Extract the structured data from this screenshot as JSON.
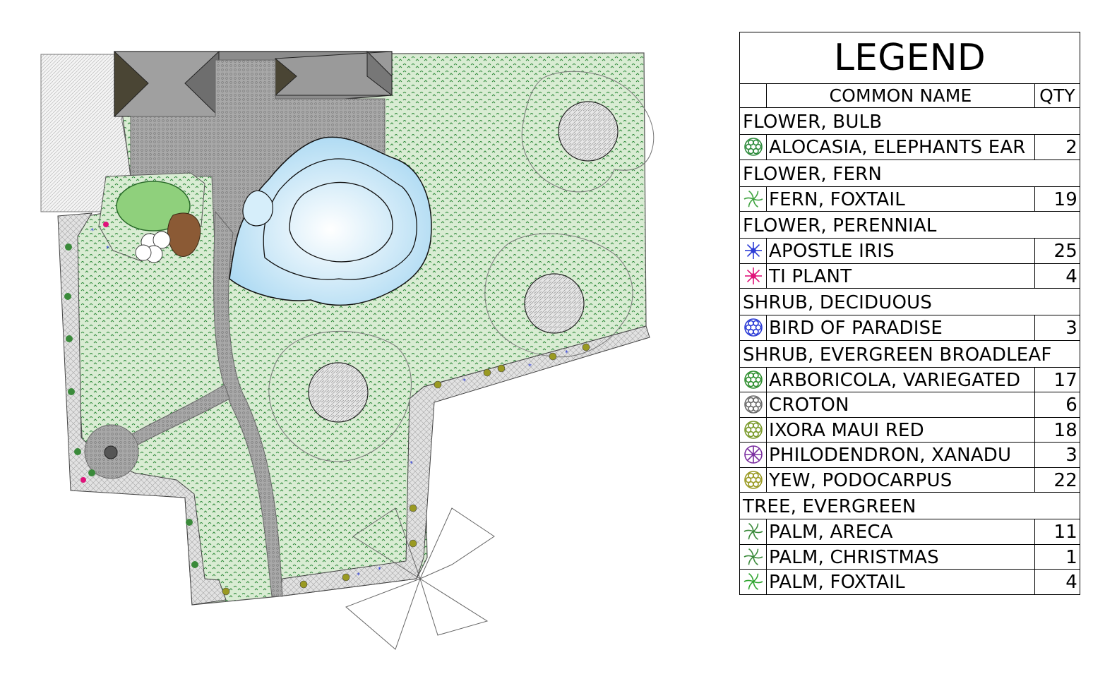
{
  "legend": {
    "title": "LEGEND",
    "columns": {
      "name": "COMMON NAME",
      "qty": "QTY"
    },
    "categories": [
      {
        "name": "FLOWER, BULB",
        "items": [
          {
            "symbol": "alocasia-icon",
            "color": "#2e8b3c",
            "name": "ALOCASIA, ELEPHANTS EAR",
            "qty": "2"
          }
        ]
      },
      {
        "name": "FLOWER, FERN",
        "items": [
          {
            "symbol": "fern-icon",
            "color": "#3fa33f",
            "name": "FERN, FOXTAIL",
            "qty": "19"
          }
        ]
      },
      {
        "name": "FLOWER, PERENNIAL",
        "items": [
          {
            "symbol": "iris-icon",
            "color": "#2b3bd6",
            "name": "APOSTLE IRIS",
            "qty": "25"
          },
          {
            "symbol": "ti-plant-icon",
            "color": "#e0127a",
            "name": "TI PLANT",
            "qty": "4"
          }
        ]
      },
      {
        "name": "SHRUB, DECIDUOUS",
        "items": [
          {
            "symbol": "bird-of-paradise-icon",
            "color": "#2b3bd6",
            "name": "BIRD OF PARADISE",
            "qty": "3"
          }
        ]
      },
      {
        "name": "SHRUB, EVERGREEN BROADLEAF",
        "items": [
          {
            "symbol": "arboricola-icon",
            "color": "#2f8f2f",
            "name": "ARBORICOLA, VARIEGATED",
            "qty": "17"
          },
          {
            "symbol": "croton-icon",
            "color": "#6a6a6a",
            "name": "CROTON",
            "qty": "6"
          },
          {
            "symbol": "ixora-icon",
            "color": "#7a9a2a",
            "name": "IXORA MAUI RED",
            "qty": "18"
          },
          {
            "symbol": "philodendron-icon",
            "color": "#7b2ea0",
            "name": "PHILODENDRON, XANADU",
            "qty": "3"
          },
          {
            "symbol": "yew-icon",
            "color": "#9a9a22",
            "name": "YEW, PODOCARPUS",
            "qty": "22"
          }
        ]
      },
      {
        "name": "TREE, EVERGREEN",
        "items": [
          {
            "symbol": "areca-palm-icon",
            "color": "#3a8a3a",
            "name": "PALM, ARECA",
            "qty": "11"
          },
          {
            "symbol": "christmas-palm-icon",
            "color": "#3a8a3a",
            "name": "PALM, CHRISTMAS",
            "qty": "1"
          },
          {
            "symbol": "foxtail-palm-icon",
            "color": "#2fa52f",
            "name": "PALM, FOXTAIL",
            "qty": "4"
          }
        ]
      }
    ]
  },
  "plan": {
    "colors": {
      "lawn": "#cfe6c6",
      "paving": "#a9a9a9",
      "roof_dark": "#6b6b6b",
      "roof_light": "#9a9a9a",
      "pool": "#bfe3f5",
      "bed": "#d9d9d9",
      "planter": "#7cc16a",
      "mulch": "#8b5a35"
    }
  }
}
